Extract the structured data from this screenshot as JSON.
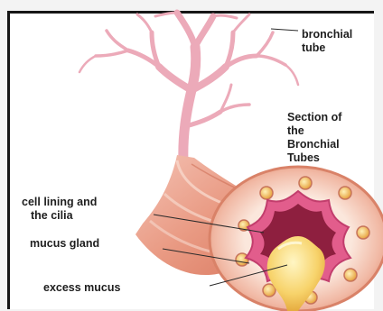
{
  "diagram": {
    "labels": {
      "bronchial_tube": [
        "bronchial",
        "tube"
      ],
      "section": [
        "Section of",
        "the",
        "Bronchial",
        "Tubes"
      ],
      "cell_lining": [
        "cell lining and",
        "the cilia"
      ],
      "mucus_gland": "mucus gland",
      "excess_mucus": "excess mucus"
    }
  }
}
